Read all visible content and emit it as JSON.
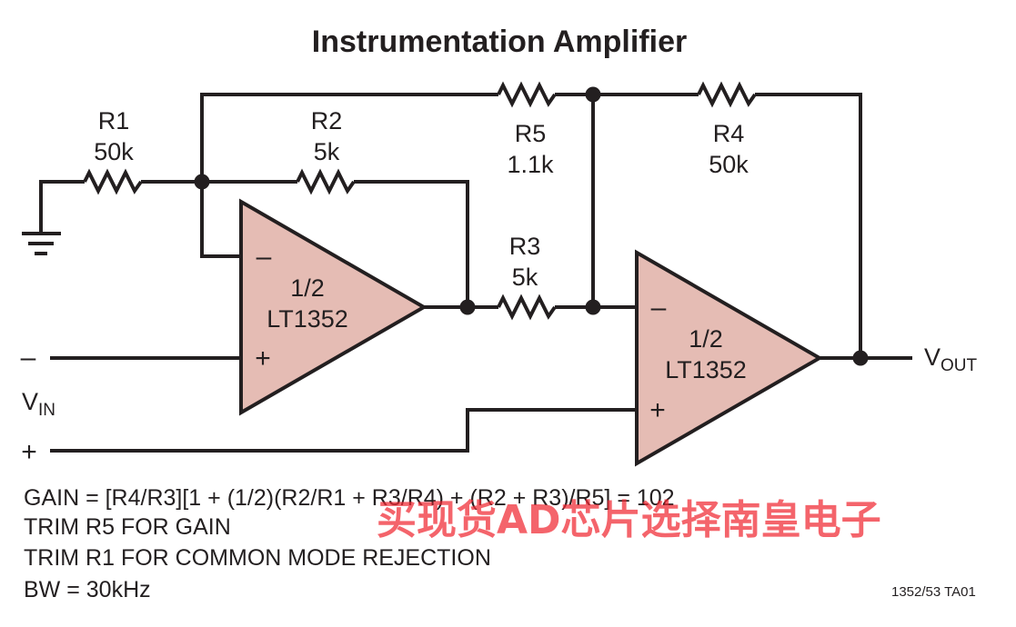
{
  "title": "Instrumentation Amplifier",
  "resistors": {
    "r1": {
      "name": "R1",
      "value": "50k"
    },
    "r2": {
      "name": "R2",
      "value": "5k"
    },
    "r3": {
      "name": "R3",
      "value": "5k"
    },
    "r4": {
      "name": "R4",
      "value": "50k"
    },
    "r5": {
      "name": "R5",
      "value": "1.1k"
    }
  },
  "opamps": {
    "a1": {
      "line1": "1/2",
      "line2": "LT1352"
    },
    "a2": {
      "line1": "1/2",
      "line2": "LT1352"
    }
  },
  "signs": {
    "minus": "–",
    "plus": "+"
  },
  "vin": {
    "main": "V",
    "sub": "IN"
  },
  "vout": {
    "main": "V",
    "sub": "OUT"
  },
  "notes": [
    "GAIN = [R4/R3][1 + (1/2)(R2/R1 + R3/R4) + (R2 + R3)/R5] = 102",
    "TRIM R5 FOR GAIN",
    "TRIM R1 FOR COMMON MODE REJECTION",
    "BW = 30kHz"
  ],
  "figure_ref": "1352/53 TA01",
  "watermark": "买现货AD芯片选择南皇电子",
  "colors": {
    "opamp_fill": "#e5bcb4",
    "ink": "#231f20",
    "watermark": "#f02832"
  }
}
